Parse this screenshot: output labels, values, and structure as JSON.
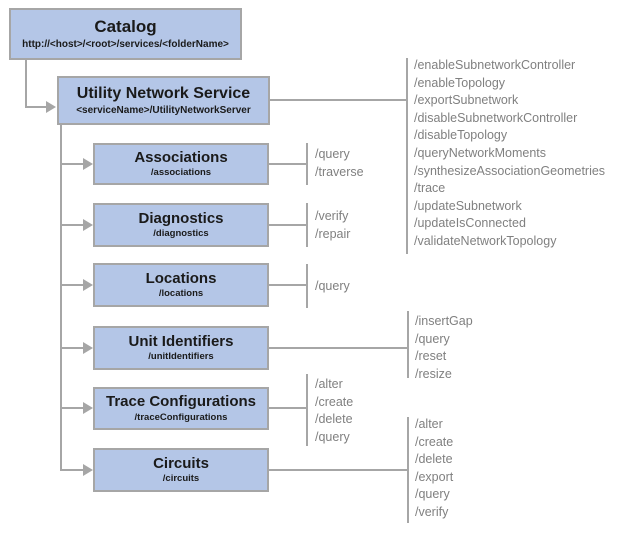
{
  "catalog": {
    "title": "Catalog",
    "subtitle": "http://<host>/<root>/services/<folderName>"
  },
  "service": {
    "title": "Utility Network Service",
    "subtitle": "<serviceName>/UtilityNetworkServer",
    "operations": [
      "/enableSubnetworkController",
      "/enableTopology",
      "/exportSubnetwork",
      "/disableSubnetworkController",
      "/disableTopology",
      "/queryNetworkMoments",
      "/synthesizeAssociationGeometries",
      "/trace",
      "/updateSubnetwork",
      "/updateIsConnected",
      "/validateNetworkTopology"
    ]
  },
  "resources": [
    {
      "title": "Associations",
      "subtitle": "/associations",
      "operations": [
        "/query",
        "/traverse"
      ]
    },
    {
      "title": "Diagnostics",
      "subtitle": "/diagnostics",
      "operations": [
        "/verify",
        "/repair"
      ]
    },
    {
      "title": "Locations",
      "subtitle": "/locations",
      "operations": [
        "/query"
      ]
    },
    {
      "title": "Unit Identifiers",
      "subtitle": "/unitIdentifiers",
      "operations": [
        "/insertGap",
        "/query",
        "/reset",
        "/resize"
      ]
    },
    {
      "title": "Trace Configurations",
      "subtitle": "/traceConfigurations",
      "operations": [
        "/alter",
        "/create",
        "/delete",
        "/query"
      ]
    },
    {
      "title": "Circuits",
      "subtitle": "/circuits",
      "operations": [
        "/alter",
        "/create",
        "/delete",
        "/export",
        "/query",
        "/verify"
      ]
    }
  ],
  "colors": {
    "box_fill": "#b4c6e7",
    "box_border": "#a6a6a6",
    "connector": "#a6a6a6",
    "title_text": "#1a1a1a",
    "operation_text": "#808080"
  }
}
